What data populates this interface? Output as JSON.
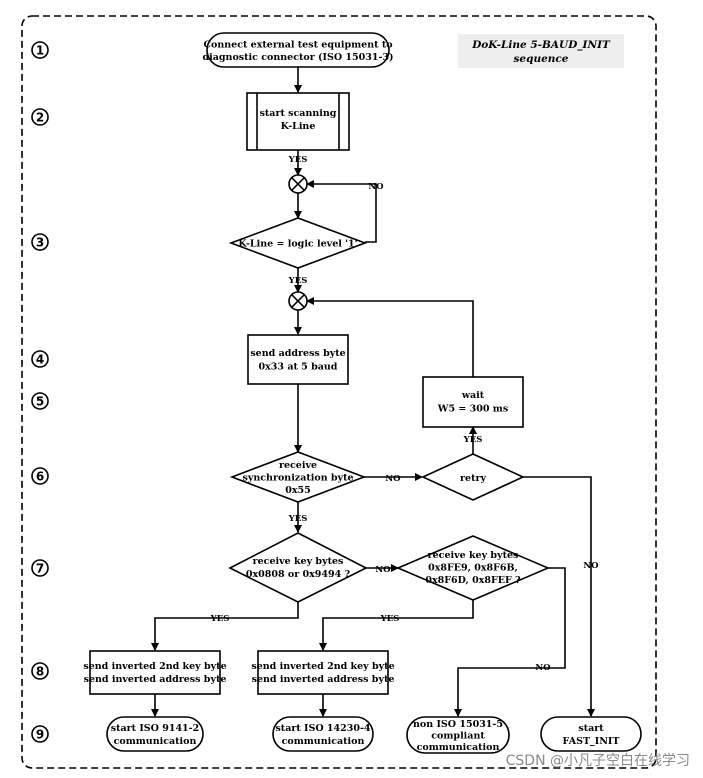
{
  "title": {
    "line1": "DoK-Line 5-BAUD_INIT",
    "line2": "sequence"
  },
  "steps": [
    "1",
    "2",
    "3",
    "4",
    "5",
    "6",
    "7",
    "8",
    "9"
  ],
  "nodes": {
    "connect": [
      "Connect external test equipment to",
      "diagnostic connector (ISO 15031-3)"
    ],
    "scan": [
      "start scanning",
      "K-Line"
    ],
    "kline_check": [
      "K-Line = logic level '1'"
    ],
    "send_addr": [
      "send address byte",
      "0x33 at 5 baud"
    ],
    "wait": [
      "wait",
      "W5 = 300 ms"
    ],
    "sync": [
      "receive",
      "synchronization byte",
      "0x55"
    ],
    "retry": [
      "retry"
    ],
    "key1": [
      "receive key bytes",
      "0x0808 or 0x9494 ?"
    ],
    "key2": [
      "receive key bytes",
      "0x8FE9, 0x8F6B,",
      "0x8F6D, 0x8FEF ?"
    ],
    "inv1": [
      "send inverted 2nd key byte",
      "send inverted address byte"
    ],
    "inv2": [
      "send inverted 2nd key byte",
      "send inverted address byte"
    ],
    "iso9141": [
      "start ISO 9141-2",
      "communication"
    ],
    "iso14230": [
      "start ISO 14230-4",
      "communication"
    ],
    "noniso": [
      "non ISO 15031-5",
      "compliant",
      "communication"
    ],
    "fastinit": [
      "start",
      "FAST_INIT"
    ]
  },
  "labels": {
    "yes": "YES",
    "no": "NO"
  },
  "watermark": "CSDN @小凡子空白在线学习"
}
